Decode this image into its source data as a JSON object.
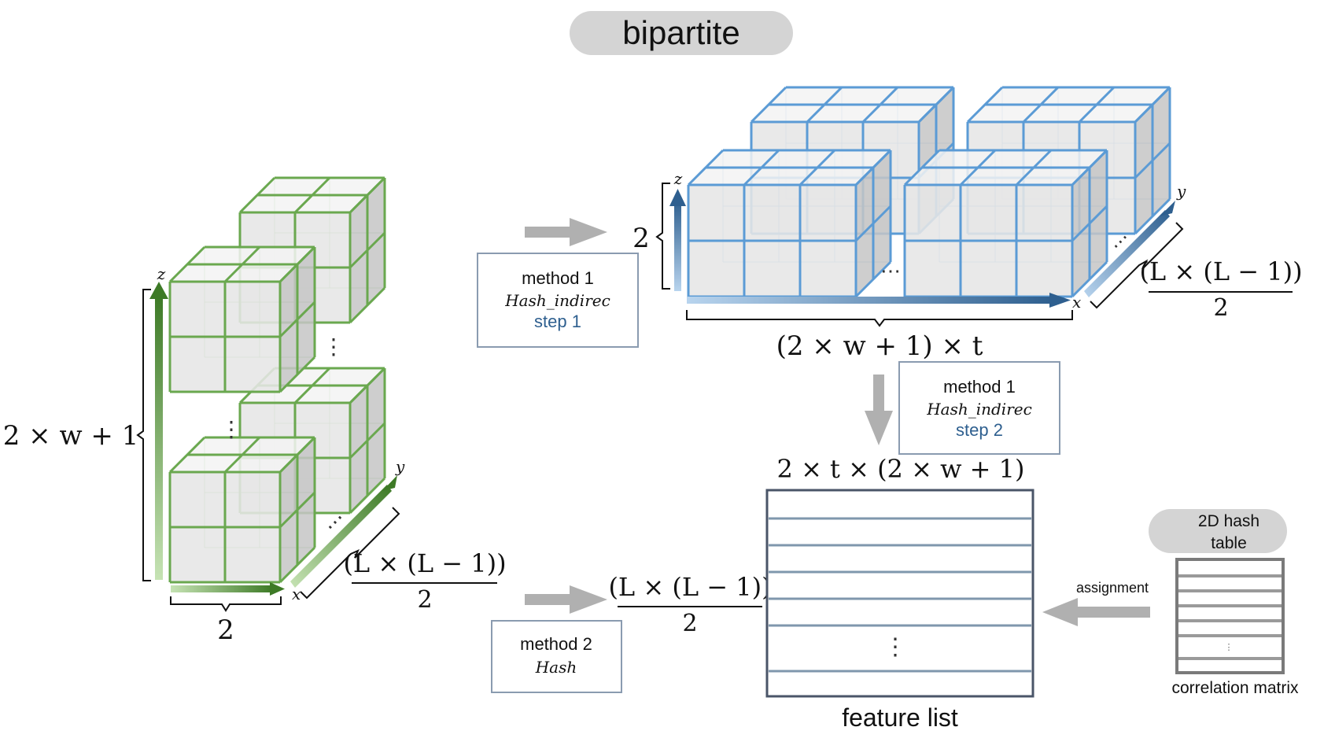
{
  "title": "bipartite",
  "colors": {
    "green": "#6aa84f",
    "green_dark": "#3d7a26",
    "green_light": "#c6e3b4",
    "blue": "#5b9bd5",
    "blue_dark": "#2e5f8f",
    "blue_light": "#b8d4ee",
    "gray_arrow": "#b0b0b0",
    "box_border": "#8a9bb0",
    "list_border": "#4a5568",
    "list_line": "#7f97ad",
    "pill": "#d4d4d4"
  },
  "left_stack": {
    "axis_z": "z",
    "axis_y": "y",
    "axis_x": "x",
    "height_label": "2 × w + 1",
    "width_label": "2",
    "depth_num": "(L × (L − 1))",
    "depth_den": "2",
    "dots": "⋮",
    "hdots": "⋯"
  },
  "method1_step1": {
    "title": "method 1",
    "fn": "Hash_indirec",
    "step": "step 1"
  },
  "right_stack": {
    "axis_z": "z",
    "axis_y": "y",
    "axis_x": "x",
    "height_label": "2",
    "width_label": "(2 × w + 1) × t",
    "depth_num": "(L × (L − 1))",
    "depth_den": "2",
    "hdots": "⋯"
  },
  "method1_step2": {
    "title": "method 1",
    "fn": "Hash_indirec",
    "step": "step 2"
  },
  "method2": {
    "title": "method 2",
    "fn": "Hash"
  },
  "mid_fraction": {
    "num": "(L × (L − 1))",
    "den": "2"
  },
  "feature_list": {
    "top_label": "2 × t × (2 × w + 1)",
    "bottom_label": "feature list",
    "dots": "⋮"
  },
  "hash_table": {
    "line1": "2D hash",
    "line2": "table",
    "assignment": "assignment",
    "matrix_label": "correlation matrix",
    "dots": "⋮"
  }
}
